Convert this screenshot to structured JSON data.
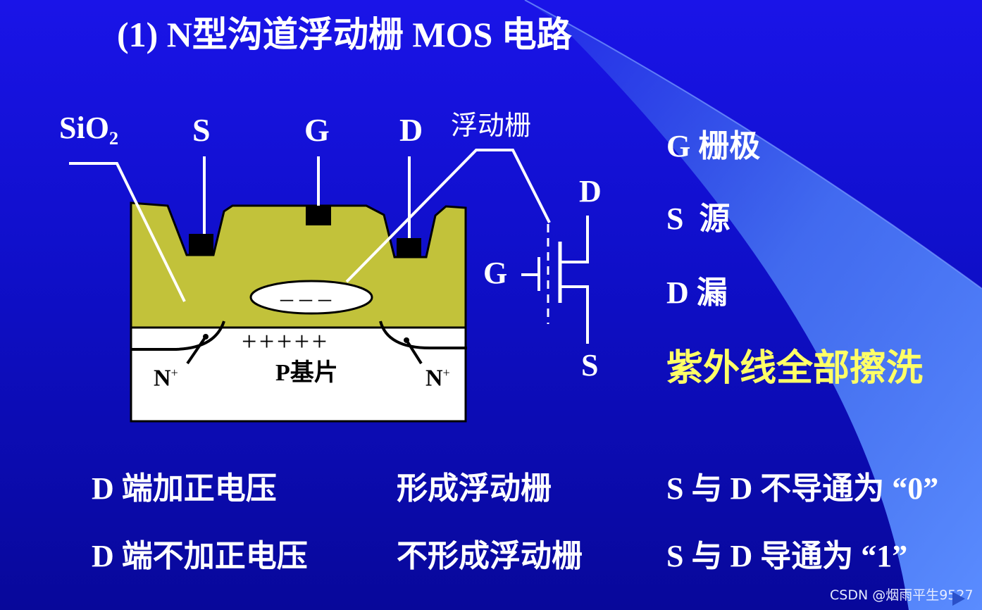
{
  "title": "(1) N型沟道浮动栅 MOS 电路",
  "diagram": {
    "label_sio2": "SiO₂",
    "label_s": "S",
    "label_g": "G",
    "label_d": "D",
    "label_floating_gate": "浮动栅",
    "charges_minus": "– – –",
    "charges_plus": "+ + + + +",
    "label_n_left": "N",
    "label_n_right": "N",
    "n_superscript": "+",
    "label_substrate": "P基片"
  },
  "symbol": {
    "label_d": "D",
    "label_g": "G",
    "label_s": "S"
  },
  "legend": {
    "g": "G 栅极",
    "s": "S  源",
    "d": "D 漏",
    "uv_erase": "紫外线全部擦洗"
  },
  "table": {
    "row1": [
      "D 端加正电压",
      "形成浮动栅",
      "S 与 D 不导通为 “0”"
    ],
    "row2": [
      "D 端不加正电压",
      "不形成浮动栅",
      "S 与 D 导通为 “1”"
    ]
  },
  "colors": {
    "background": "#1212d8",
    "oxide": "#c2c23a",
    "highlight": "#ffff66"
  },
  "watermark": "CSDN @烟雨平生9527"
}
